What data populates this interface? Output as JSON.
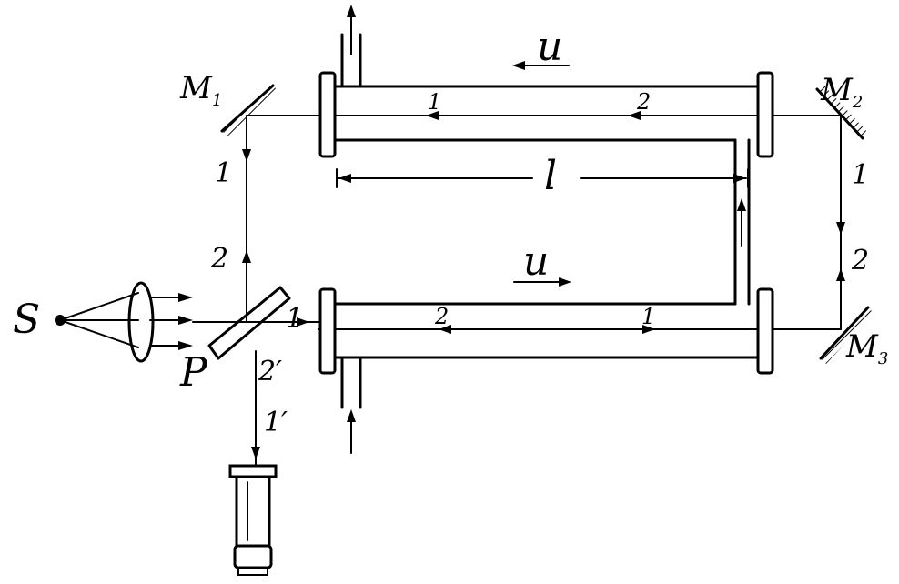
{
  "labels": {
    "source": "S",
    "plate": "P",
    "mirror1": "M",
    "mirror1_sub": "1",
    "mirror2": "M",
    "mirror2_sub": "2",
    "mirror3": "M",
    "mirror3_sub": "3",
    "flow_top": "u",
    "flow_bottom": "u",
    "length": "l",
    "beam1_left": "1",
    "beam2_left": "2",
    "beam1_right": "1",
    "beam2_right": "2",
    "beam1_top_pipe": "1",
    "beam2_top_pipe": "2",
    "beam2_bottom_pipe": "2",
    "beam1_bottom_pipe": "1",
    "beam1_after_plate": "1",
    "beam2_prime": "2′",
    "beam1_prime": "1′"
  }
}
